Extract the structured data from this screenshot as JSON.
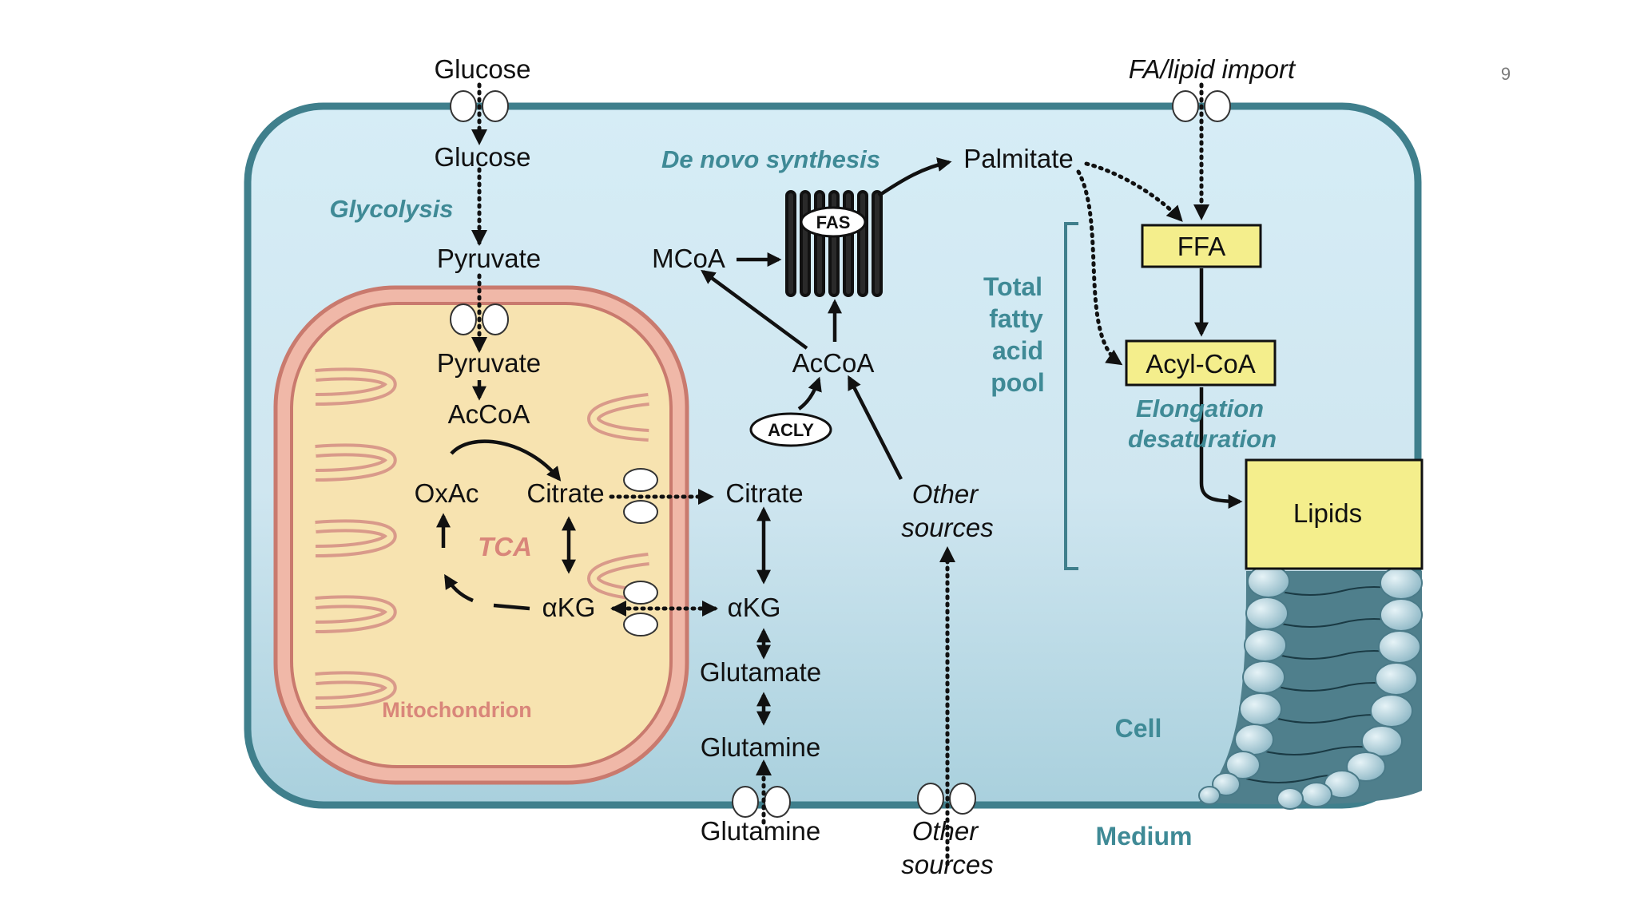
{
  "page_number": "9",
  "labels": {
    "glucose_outside": "Glucose",
    "fa_lipid_import": "FA/lipid import",
    "glucose_inside": "Glucose",
    "glycolysis": "Glycolysis",
    "de_novo_synthesis": "De novo synthesis",
    "palmitate": "Palmitate",
    "pyruvate_cyto": "Pyruvate",
    "mcoa": "MCoA",
    "fas": "FAS",
    "ffa": "FFA",
    "total_fatty_acid_pool": [
      "Total",
      "fatty",
      "acid",
      "pool"
    ],
    "pyruvate_mito": "Pyruvate",
    "accoa_cyto": "AcCoA",
    "acyl_coa": "Acyl-CoA",
    "elongation_desaturation": [
      "Elongation",
      "desaturation"
    ],
    "accoa_mito": "AcCoA",
    "acly": "ACLY",
    "oxac": "OxAc",
    "citrate_mito": "Citrate",
    "citrate_cyto": "Citrate",
    "other_sources_cell": [
      "Other",
      "sources"
    ],
    "tca": "TCA",
    "lipids": "Lipids",
    "akg_mito": "αKG",
    "akg_cyto": "αKG",
    "glutamate": "Glutamate",
    "mitochondrion": "Mitochondrion",
    "cell": "Cell",
    "glutamine_inside": "Glutamine",
    "glutamine_outside": "Glutamine",
    "other_sources_medium": [
      "Other",
      "sources"
    ],
    "medium": "Medium"
  },
  "colors": {
    "cell_membrane": "#3f7f8c",
    "cytoplasm": "#d4ecf5",
    "mito_outer": "#d98c80",
    "mito_matrix": "#f7e3b0",
    "teal_text": "#3f8a96",
    "salmon_text": "#d9867a",
    "box_fill": "#f4ee8c",
    "lipid_bead": "#a8cbd6"
  }
}
